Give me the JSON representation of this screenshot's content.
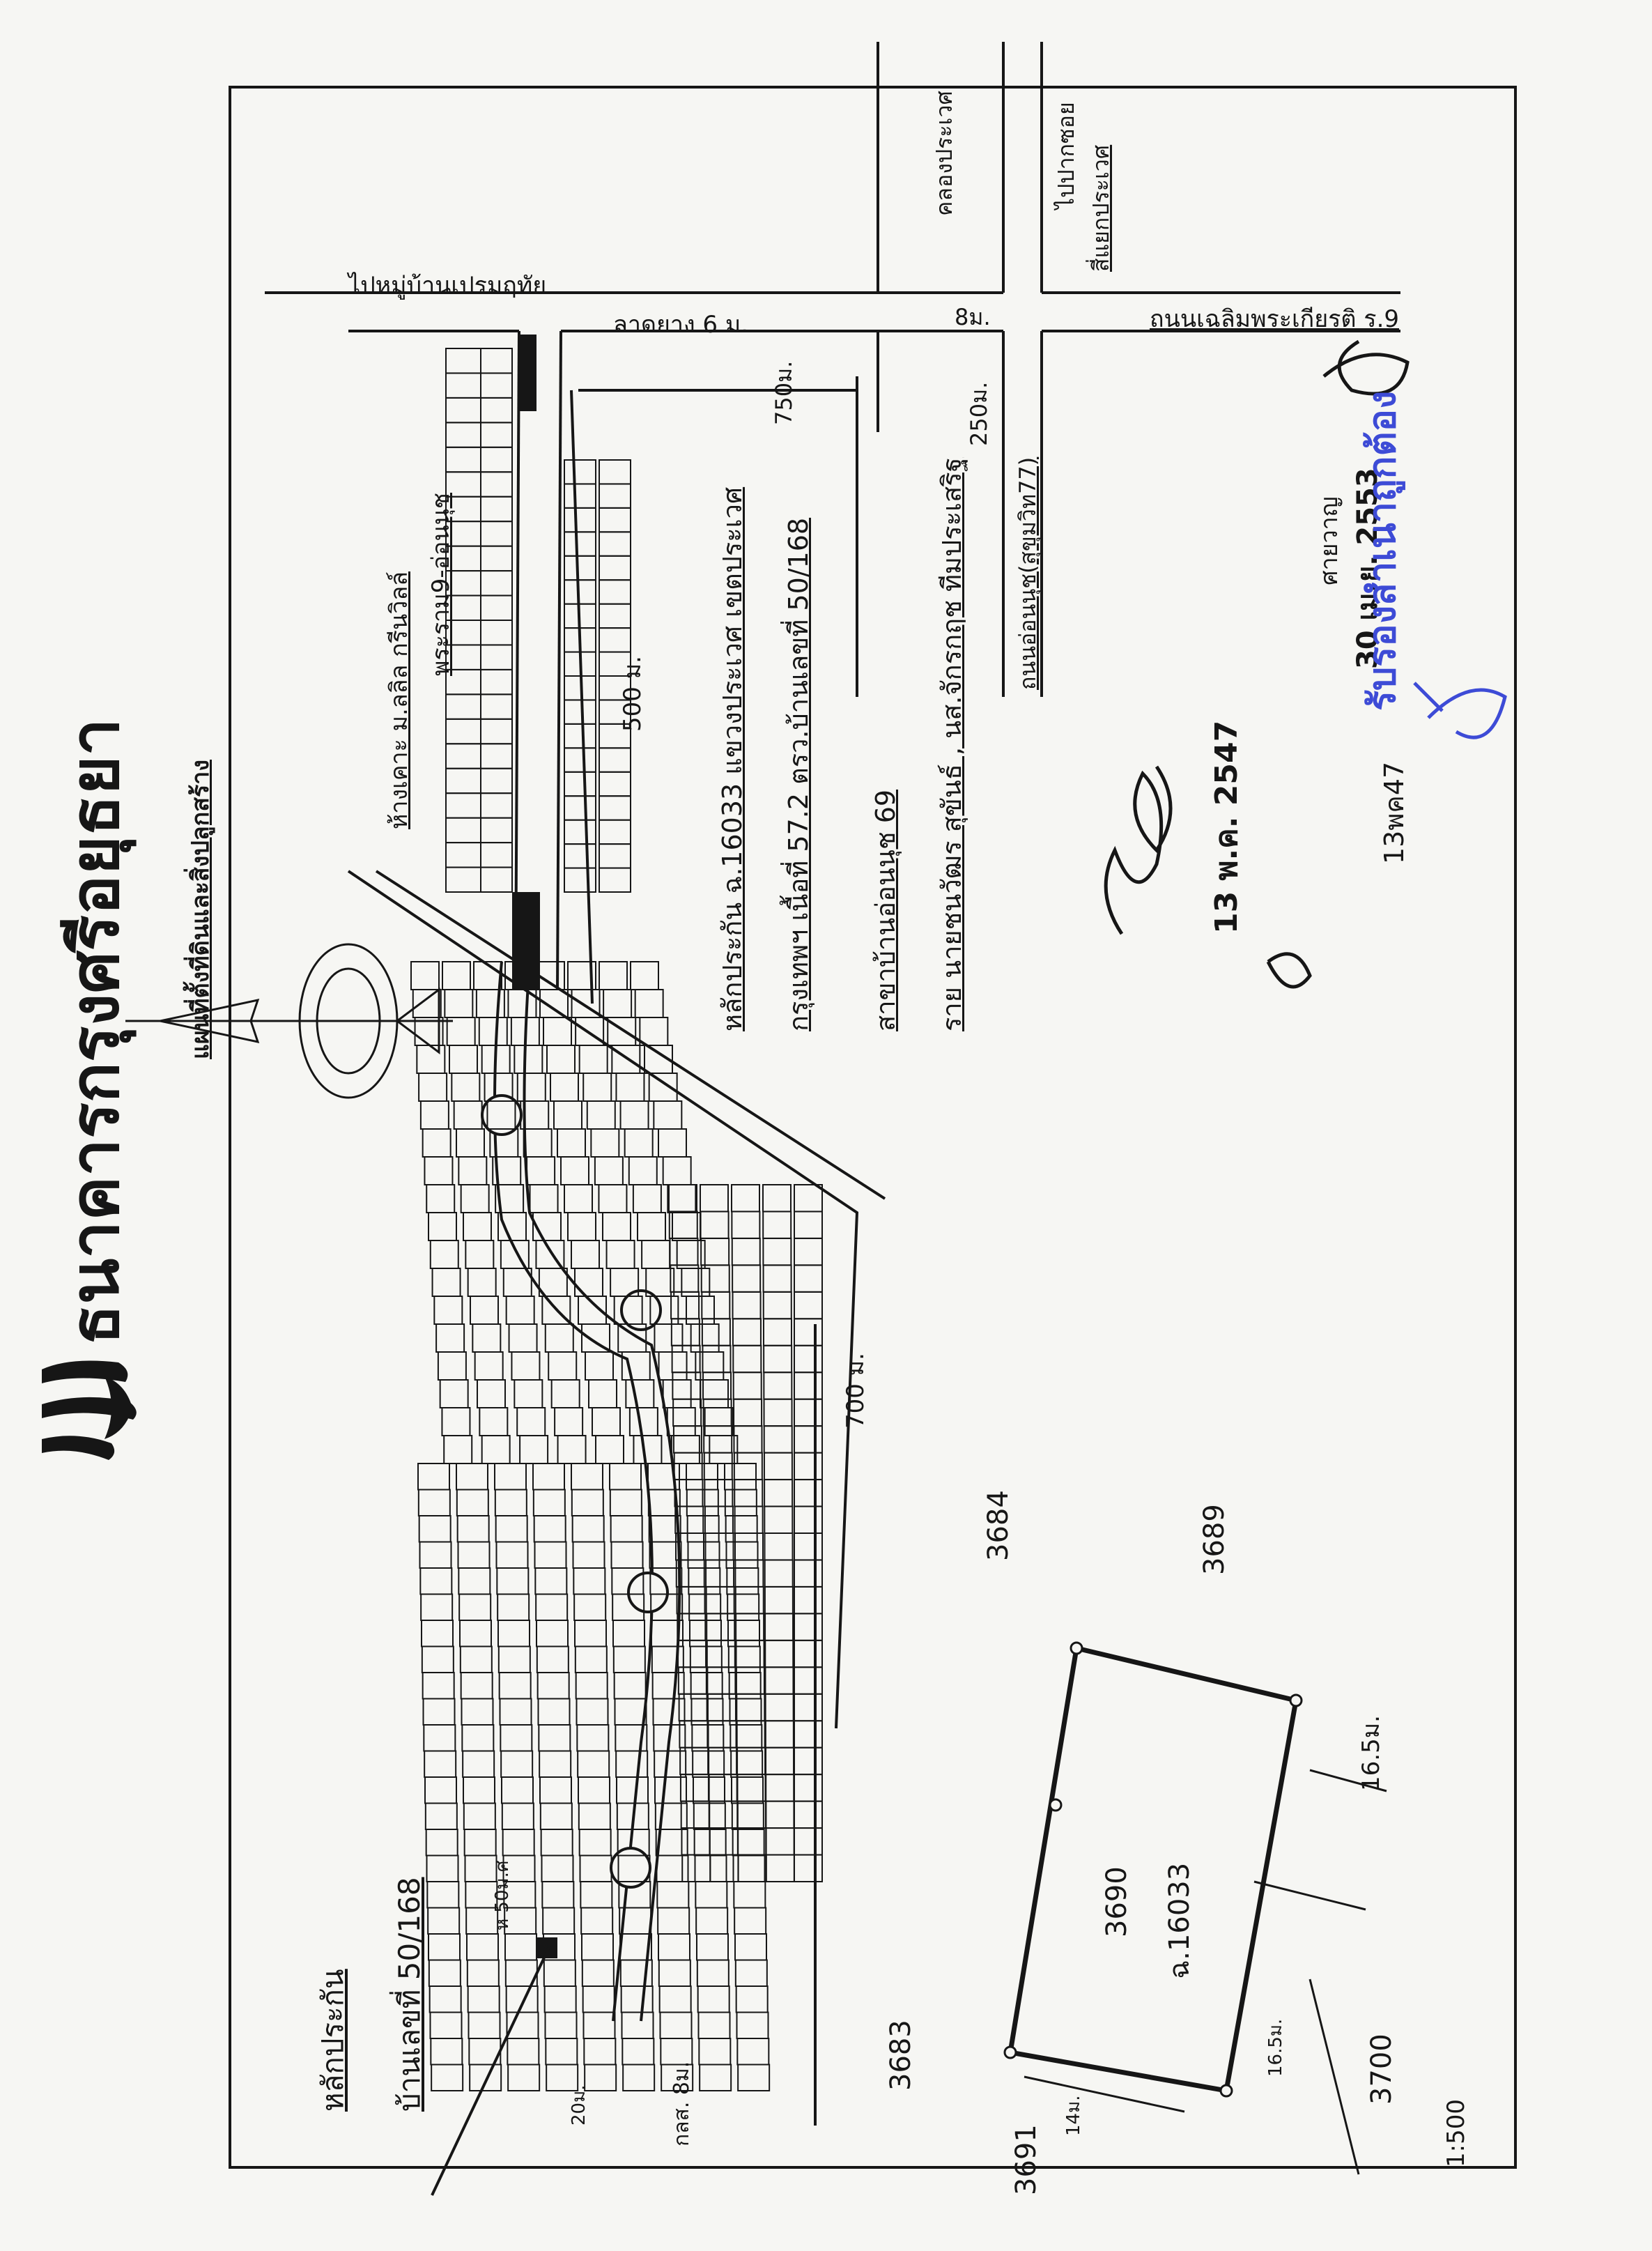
{
  "header": {
    "bank_name": "ธนาคารกรุงศรีอยุธยา",
    "subtitle": "แผนที่ตั้งที่ดินและสิ่งปลูกสร้าง"
  },
  "collateral_box": {
    "label": "หลักประกัน",
    "house_number": "บ้านเลขที่  50/168"
  },
  "roads": {
    "to_village": "ไปหมู่บ้านเปรมฤทัย",
    "soi_width": "ลาดยาง 6 ม.",
    "main_width": "8ม.",
    "main_road": "ถนนเฉลิมพระเกียรติ ร.9",
    "to_khlong": "คลองประเวศ",
    "to_pak_soi": "ไปปากซอย",
    "intersection": "สี่แยกประเวศ",
    "onnut_road": "ถนนอ่อนนุช(สุขุมวิท77)",
    "khlong_dist": "750ม.",
    "project_dist": "250ม.",
    "dist_500": "500 ม.",
    "dist_700": "700 ม."
  },
  "landmarks": {
    "mall": "ห้างเคาะ ม.ลลิล กรีนวิลล์",
    "mall_road": "พระราม9-อ่อนนุช",
    "scale_a": "ห 50ม.ศ",
    "scale_b": "20ม.",
    "scale_c": "กลส. 8ม."
  },
  "details": {
    "deed": "หลักประกัน  ฉ.16033  แขวงประเวศ  เขตประเวศ",
    "area": "กรุงเทพฯ  เนื้อที่  57.2  ตรว.บ้านเลขที่  50/168",
    "branch": "สาขาบ้านอ่อนนุช 69",
    "surveyor": "ราย  นายชนวัฒร  สุขันธ์  ,  นส.จักรกฤช  ทีมประเสริฐ"
  },
  "signatures": {
    "date1": "13 พ.ค. 2547",
    "date2": "13พค47",
    "date3": "30 เม.ย. 2553",
    "name": "ศายวาญ",
    "certify": "รับรองสำเนาถูกต้อง"
  },
  "parcel": {
    "deed_no": "ฉ.16033",
    "lot": "3690",
    "adj_n": "3684",
    "adj_ne": "3689",
    "adj_w": "3683",
    "adj_s": "3700",
    "adj_sw": "3691",
    "side_1": "14ม.",
    "side_2": "16.5ม.",
    "side_3": "16.5ม.",
    "scale": "1:500"
  },
  "colors": {
    "ink": "#161616",
    "stamp": "#3d4bd6",
    "paper": "#f6f6f3"
  }
}
